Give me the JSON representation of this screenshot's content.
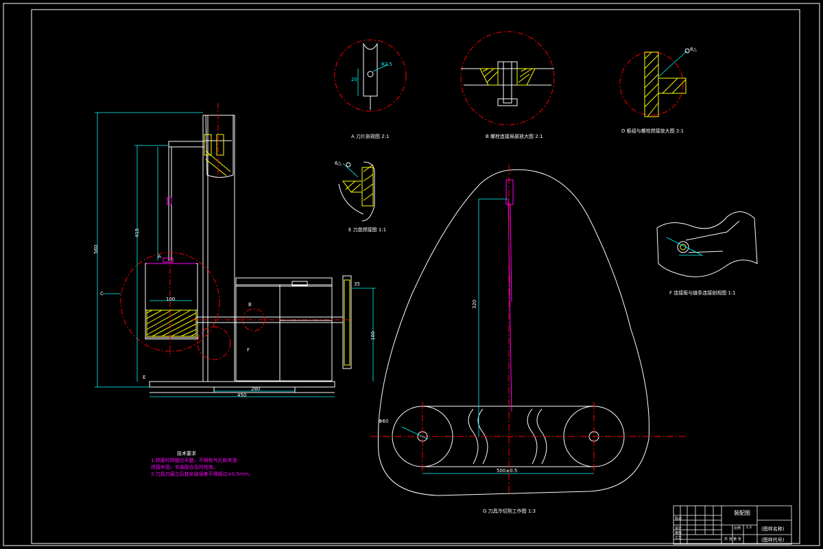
{
  "colors": {
    "background": "#000000",
    "outline": "#ffffff",
    "center_line": "#ff0000",
    "dimension": "#00ffff",
    "hatch": "#ffff00",
    "part": "#ff00ff",
    "frame": "#ffffff"
  },
  "views": {
    "A": {
      "caption": "A 刀片剖视图  2:1",
      "dim_radius": "R2.5",
      "dim_height": "20"
    },
    "B": {
      "caption": "B 螺栓连接局部放大图  2:1"
    },
    "D": {
      "caption": "D 板组与螺栓焊接放大图 2:1",
      "weld_symbol": "8△"
    },
    "E": {
      "caption": "E 刀盘焊接图 1:1",
      "weld_symbol": "6△"
    },
    "F": {
      "caption": "F 连接板与链条连接剖视图 1:1"
    },
    "G": {
      "caption": "G 刀具冷切割工作图  1:3",
      "dim_diameter": "Φ60",
      "dim_height": "320",
      "dim_center": "500±0.5"
    }
  },
  "main_view": {
    "label_C": "C",
    "label_A": "A",
    "label_B": "B",
    "label_F": "F",
    "label_E": "E",
    "dim_overall_height": "560",
    "dim_arm_height": "415",
    "dim_blade": "100",
    "dim_base_width": "450",
    "dim_base_inner": "280",
    "dim_motor": "100",
    "dim_offset": "35"
  },
  "notes": {
    "title": "技术要求",
    "lines": [
      "1.焊接时焊缝应平整，不得有气孔和夹渣",
      "焊接牢固，安装配合及时检查。",
      "2.刀具刃磨之后其安装误差不得超过±0.5mm。"
    ]
  },
  "title_block": {
    "drawing_name": "装配图",
    "school": "(图样名称)",
    "code": "(图样代号)",
    "row_labels": [
      "标记",
      "设计",
      "审核",
      "工艺"
    ],
    "scale_label": "比例",
    "scale_value": "1:5",
    "sheet": "共  张  第  张"
  }
}
